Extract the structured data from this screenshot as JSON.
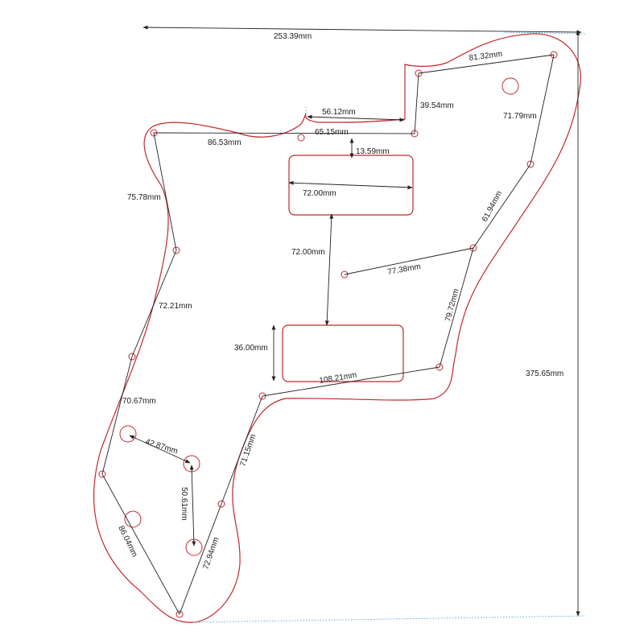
{
  "dimensions": {
    "overall_width": "253.39mm",
    "overall_height": "375.65mm",
    "horn_gap": "56.12mm",
    "top_span": "65.15mm",
    "upper_left": "86.53mm",
    "upper_right": "81.32mm",
    "step_height": "39.54mm",
    "right_upper": "71.79mm",
    "pickup_gap": "13.59mm",
    "pickup_width": "72.00mm",
    "pickup_spacing": "72.00mm",
    "right_mid": "61.94mm",
    "left_upper": "75.78mm",
    "center_span": "77.38mm",
    "left_mid": "72.21mm",
    "right_lower": "79.72mm",
    "pickup_height": "36.00mm",
    "lower_span": "108.21mm",
    "left_lower": "70.67mm",
    "control_spacing": "42.87mm",
    "lower_diag": "71.15mm",
    "control_vertical": "50.61mm",
    "bottom_left": "86.04mm",
    "bottom_right": "72.94mm"
  }
}
